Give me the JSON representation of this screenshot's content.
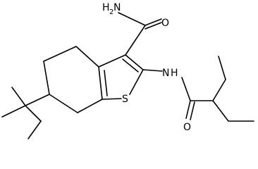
{
  "molecule": {
    "atoms": {
      "amide_top_H": "H",
      "amide_top_sub": "2",
      "amide_top_N": "N",
      "amide_top_O": "O",
      "sulfur": "S",
      "nh_N": "N",
      "nh_H": "H",
      "amide_bottom_O": "O"
    }
  },
  "colors": {
    "bond": "#000000",
    "background": "#ffffff"
  }
}
